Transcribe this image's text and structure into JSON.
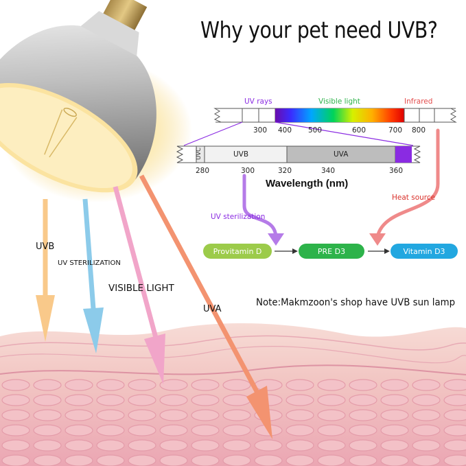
{
  "title": "Why your pet need UVB?",
  "spectrum": {
    "uv_rays_label": "UV rays",
    "visible_light_label": "Visible light",
    "infrared_label": "Infrared",
    "top_ticks": [
      "300",
      "400",
      "500",
      "600",
      "700",
      "800"
    ],
    "bottom_ticks": [
      "280",
      "300",
      "320",
      "340",
      "360"
    ],
    "uvc_label": "UVC",
    "uvb_label": "UVB",
    "uva_label": "UVA",
    "axis_label": "Wavelength (nm)"
  },
  "flow": {
    "uv_sterilization_label": "UV sterilization",
    "heat_source_label": "Heat source",
    "provitamin_label": "Provitamin D",
    "pre_d3_label": "PRE D3",
    "vitamin_d3_label": "Vitamin D3"
  },
  "rays": {
    "uvb_label": "UVB",
    "uv_sterilization_label": "UV STERILIZATION",
    "visible_light_label": "VISIBLE LIGHT",
    "uva_label": "UVA"
  },
  "note": "Note:Makmzoon's shop have UVB sun lamp",
  "colors": {
    "uvb_ray": "#f9c98a",
    "sterilization_ray": "#8ccbea",
    "visible_ray": "#f1a5c9",
    "uva_ray": "#f39370",
    "uv_purple": "#8a2be2",
    "infrared_red": "#e34b4b"
  }
}
